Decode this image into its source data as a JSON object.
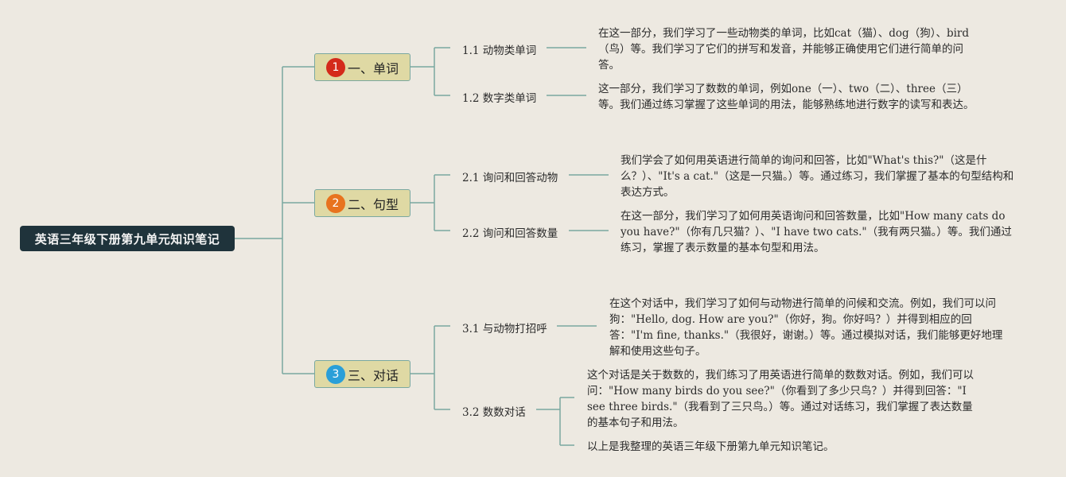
{
  "root": {
    "title": "英语三年级下册第九单元知识笔记"
  },
  "colors": {
    "line": "#7aa8a0",
    "root_bg": "#1f333b",
    "branch_bg": "#dfd9a4"
  },
  "branches": [
    {
      "badge": "1",
      "badge_color": "#d42a1a",
      "label": "一、单词",
      "subs": [
        {
          "label": "1.1 动物类单词",
          "note": "在这一部分，我们学习了一些动物类的单词，比如cat（猫）、dog（狗）、bird（鸟）等。我们学习了它们的拼写和发音，并能够正确使用它们进行简单的问答。"
        },
        {
          "label": "1.2 数字类单词",
          "note": "这一部分，我们学习了数数的单词，例如one（一）、two（二）、three（三）等。我们通过练习掌握了这些单词的用法，能够熟练地进行数字的读写和表达。"
        }
      ]
    },
    {
      "badge": "2",
      "badge_color": "#e8731e",
      "label": "二、句型",
      "subs": [
        {
          "label": "2.1 询问和回答动物",
          "note": "我们学会了如何用英语进行简单的询问和回答，比如\"What's this?\"（这是什么？）、\"It's a cat.\"（这是一只猫。）等。通过练习，我们掌握了基本的句型结构和表达方式。"
        },
        {
          "label": "2.2 询问和回答数量",
          "note": "在这一部分，我们学习了如何用英语询问和回答数量，比如\"How many cats do you have?\"（你有几只猫？）、\"I have two cats.\"（我有两只猫。）等。我们通过练习，掌握了表示数量的基本句型和用法。"
        }
      ]
    },
    {
      "badge": "3",
      "badge_color": "#2a9fd8",
      "label": "三、对话",
      "subs": [
        {
          "label": "3.1 与动物打招呼",
          "note": "在这个对话中，我们学习了如何与动物进行简单的问候和交流。例如，我们可以问狗：\"Hello, dog. How are you?\"（你好，狗。你好吗？）并得到相应的回答：\"I'm fine, thanks.\"（我很好，谢谢。）等。通过模拟对话，我们能够更好地理解和使用这些句子。"
        },
        {
          "label": "3.2 数数对话",
          "notes": [
            "这个对话是关于数数的，我们练习了用英语进行简单的数数对话。例如，我们可以问：\"How many birds do you see?\"（你看到了多少只鸟？）并得到回答：\"I see three birds.\"（我看到了三只鸟。）等。通过对话练习，我们掌握了表达数量的基本句子和用法。",
            "以上是我整理的英语三年级下册第九单元知识笔记。"
          ]
        }
      ]
    }
  ]
}
